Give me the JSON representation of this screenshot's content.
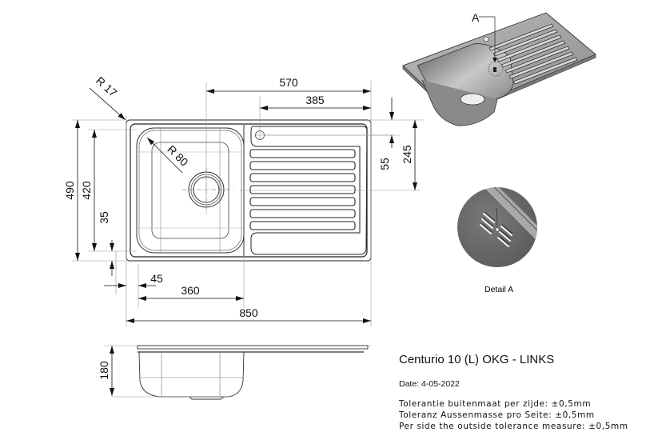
{
  "drawing": {
    "title": "Centurio 10 (L) OKG - LINKS",
    "date": "Date: 4-05-2022",
    "tolerances": [
      "Tolerantie buitenmaat per zijde: ±0,5mm",
      "Toleranz Aussenmasse pro Seite: ±0,5mm",
      "Per side the outside tolerance measure: ±0,5mm"
    ]
  },
  "dimensions": {
    "radius_corner": "R 17",
    "radius_bowl": "R 80",
    "top_570": "570",
    "top_385": "385",
    "right_55": "55",
    "right_245": "245",
    "left_490": "490",
    "left_420": "420",
    "left_35": "35",
    "bottom_45": "45",
    "bottom_360": "360",
    "bottom_850": "850",
    "side_180": "180"
  },
  "views": {
    "iso_callout": "A",
    "detail_label": "Detail A"
  },
  "colors": {
    "line": "#222222",
    "thin_line": "#888888",
    "steel_dark": "#6e6e6e",
    "steel_mid": "#9a9a9a",
    "steel_light": "#d4d4d4"
  }
}
